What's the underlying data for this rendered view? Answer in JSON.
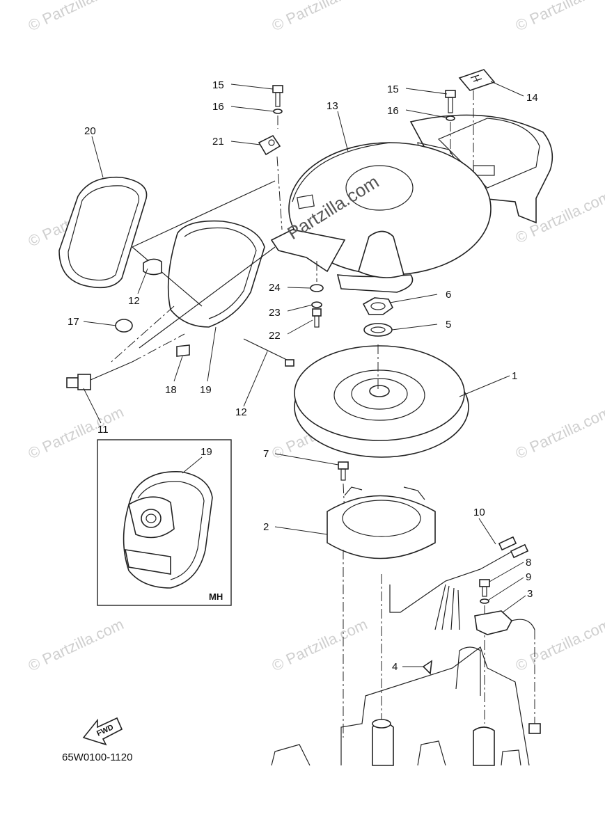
{
  "diagram": {
    "drawing_code": "65W0100-1120",
    "inset_label": "MH",
    "fwd_label": "FWD",
    "watermark_text": "© Partzilla.com",
    "center_watermark": "Partzilla.com",
    "callouts": {
      "p1": "1",
      "p2": "2",
      "p3": "3",
      "p4": "4",
      "p5": "5",
      "p6": "6",
      "p7": "7",
      "p8": "8",
      "p9": "9",
      "p10": "10",
      "p11": "11",
      "p12a": "12",
      "p12b": "12",
      "p13": "13",
      "p14": "14",
      "p15a": "15",
      "p15b": "15",
      "p16a": "16",
      "p16b": "16",
      "p17": "17",
      "p18": "18",
      "p19a": "19",
      "p19b": "19",
      "p20": "20",
      "p21": "21",
      "p22": "22",
      "p23": "23",
      "p24": "24"
    }
  }
}
